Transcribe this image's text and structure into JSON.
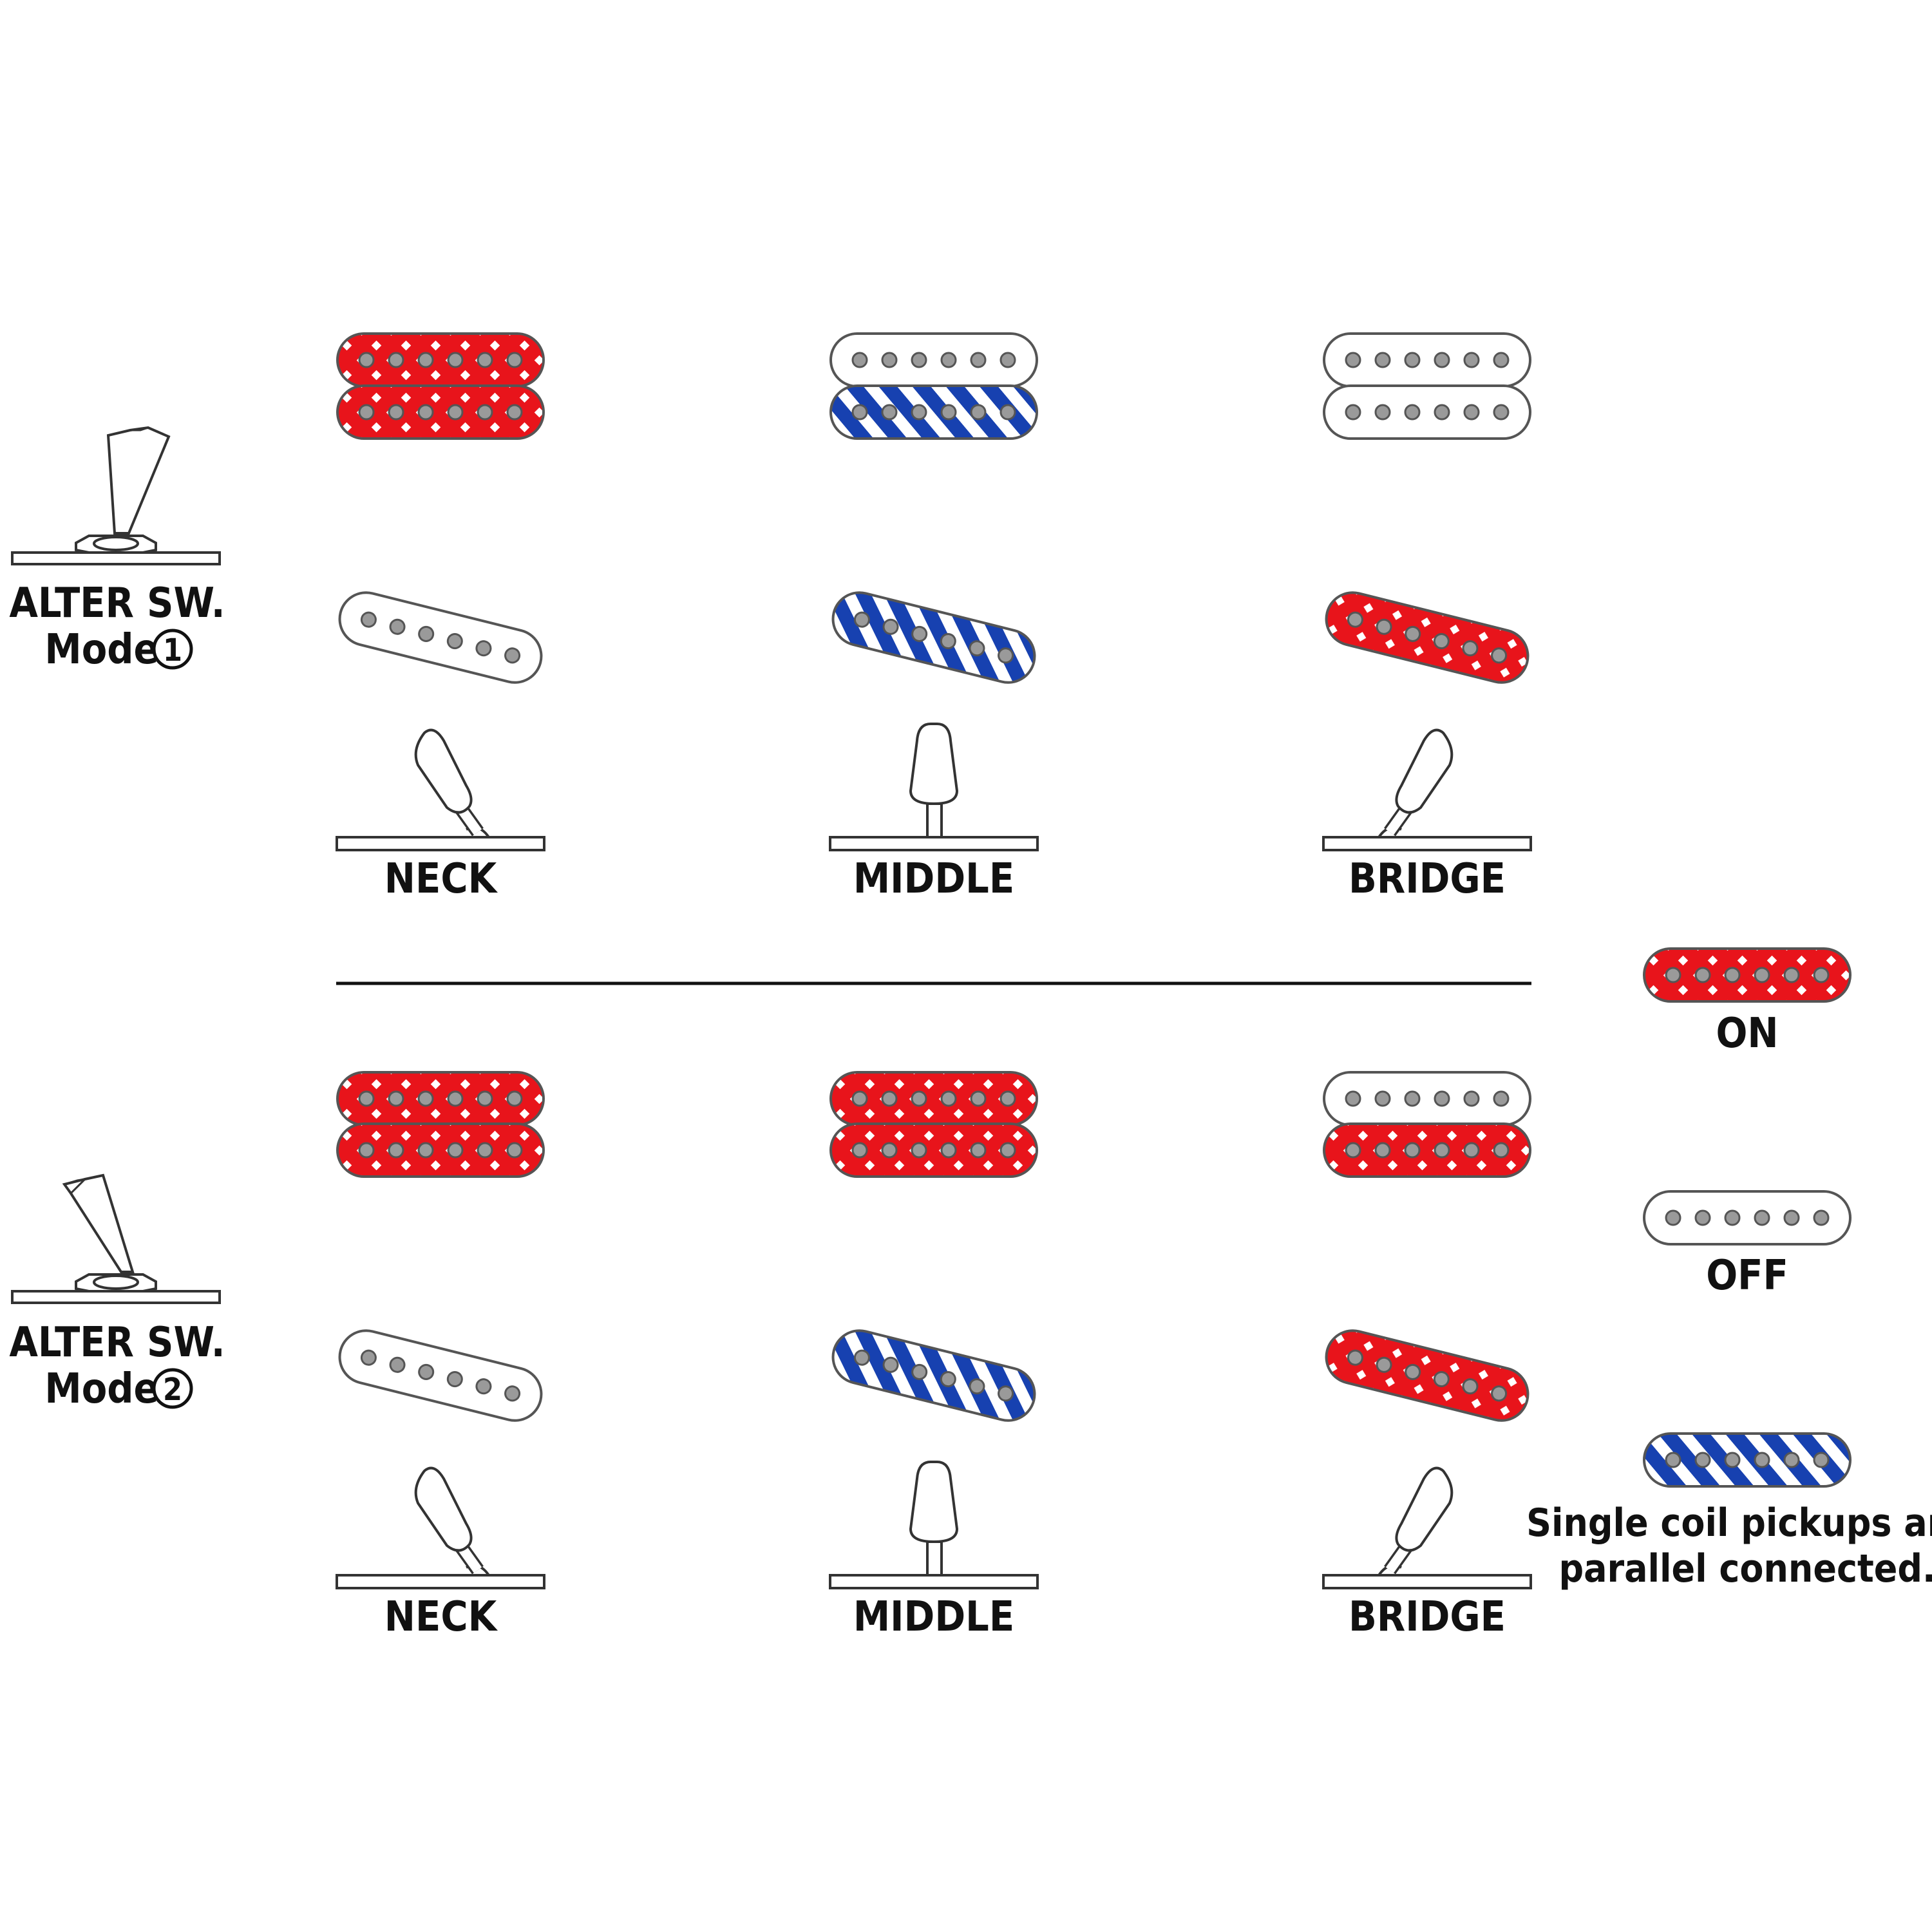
{
  "modes": [
    {
      "switch_label": "ALTER SW.",
      "mode_word": "Mode",
      "mode_number": "1",
      "positions": [
        {
          "label": "NECK",
          "humbucker": [
            "on",
            "on"
          ],
          "single": "off"
        },
        {
          "label": "MIDDLE",
          "humbucker": [
            "off",
            "parallel"
          ],
          "single": "parallel"
        },
        {
          "label": "BRIDGE",
          "humbucker": [
            "off",
            "off"
          ],
          "single": "on"
        }
      ]
    },
    {
      "switch_label": "ALTER SW.",
      "mode_word": "Mode",
      "mode_number": "2",
      "positions": [
        {
          "label": "NECK",
          "humbucker": [
            "on",
            "on"
          ],
          "single": "off"
        },
        {
          "label": "MIDDLE",
          "humbucker": [
            "on",
            "on"
          ],
          "single": "parallel"
        },
        {
          "label": "BRIDGE",
          "humbucker": [
            "off",
            "on"
          ],
          "single": "on"
        }
      ]
    }
  ],
  "legend": {
    "on_label": "ON",
    "off_label": "OFF",
    "parallel_label_line1": "Single coil pickups are",
    "parallel_label_line2": "parallel connected."
  },
  "colors": {
    "on": "#e8141b",
    "parallel": "#1741b0",
    "outline": "#555555",
    "pole": "#9a9a9a",
    "text": "#111111"
  },
  "icons": {
    "on": "red-white-checker-coil",
    "off": "plain-white-coil",
    "parallel": "blue-white-striped-coil",
    "selector_switch": "lever-switch-icon",
    "alter_switch": "toggle-switch-icon"
  }
}
